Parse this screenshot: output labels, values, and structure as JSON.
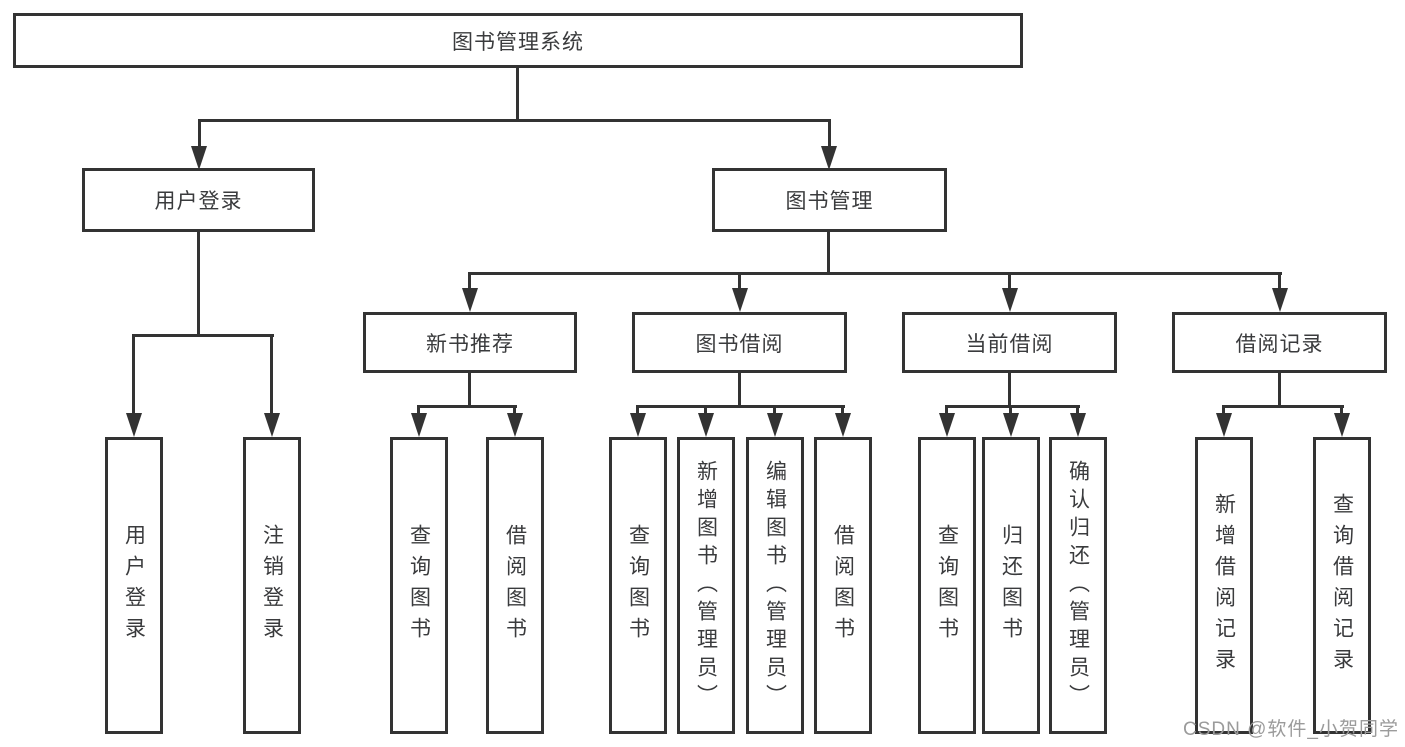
{
  "tree": {
    "label": "图书管理系统",
    "children": [
      {
        "label": "用户登录",
        "children": [
          {
            "label": "用户登录"
          },
          {
            "label": "注销登录"
          }
        ]
      },
      {
        "label": "图书管理",
        "children": [
          {
            "label": "新书推荐",
            "children": [
              {
                "label": "查询图书"
              },
              {
                "label": "借阅图书"
              }
            ]
          },
          {
            "label": "图书借阅",
            "children": [
              {
                "label": "查询图书"
              },
              {
                "label": "新增图书（管理员）"
              },
              {
                "label": "编辑图书（管理员）"
              },
              {
                "label": "借阅图书"
              }
            ]
          },
          {
            "label": "当前借阅",
            "children": [
              {
                "label": "查询图书"
              },
              {
                "label": "归还图书"
              },
              {
                "label": "确认归还（管理员）"
              }
            ]
          },
          {
            "label": "借阅记录",
            "children": [
              {
                "label": "新增借阅记录"
              },
              {
                "label": "查询借阅记录"
              }
            ]
          }
        ]
      }
    ]
  },
  "watermark": {
    "text": "CSDN @软件_小贺同学"
  },
  "colors": {
    "line": "#333333",
    "text": "#3a3b3d",
    "watermark": "#9b9b9b",
    "background": "#ffffff"
  }
}
